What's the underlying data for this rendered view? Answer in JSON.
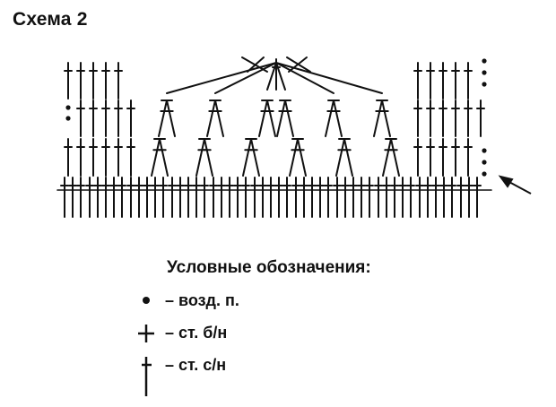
{
  "title": "Схема 2",
  "legend": {
    "heading": "Условные обозначения:",
    "items": [
      {
        "icon": "chain-stitch-dot-icon",
        "text": "– возд. п."
      },
      {
        "icon": "single-crochet-plus-icon",
        "text": "– ст. б/н"
      },
      {
        "icon": "double-crochet-cross-icon",
        "text": "– ст. с/н"
      }
    ]
  },
  "colors": {
    "ink": "#111111",
    "background": "#ffffff"
  }
}
